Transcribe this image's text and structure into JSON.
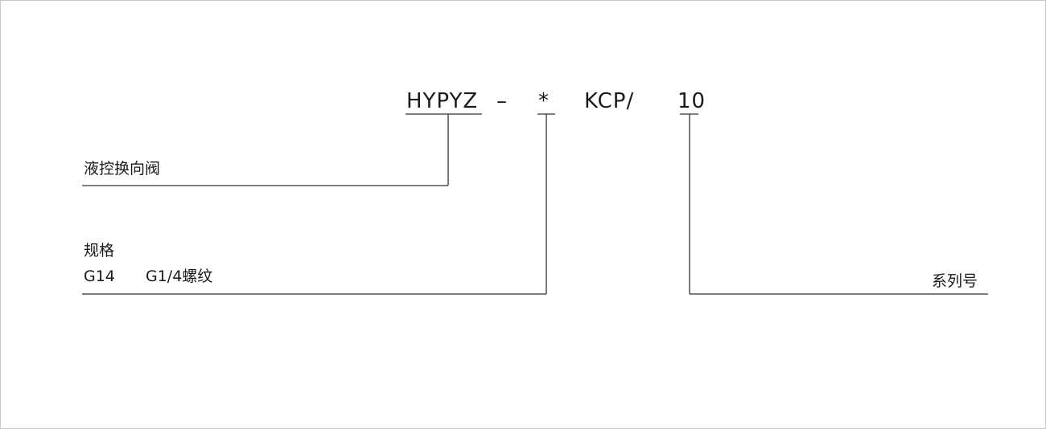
{
  "model_code": {
    "prefix": "HYPYZ",
    "dash": "–",
    "size_placeholder": "*",
    "type": "KCP/",
    "series": "10"
  },
  "labels": {
    "valve_type": "液控换向阀",
    "spec_title": "规格",
    "spec_code": "G14",
    "spec_desc": "G1/4螺纹",
    "series_label": "系列号"
  }
}
